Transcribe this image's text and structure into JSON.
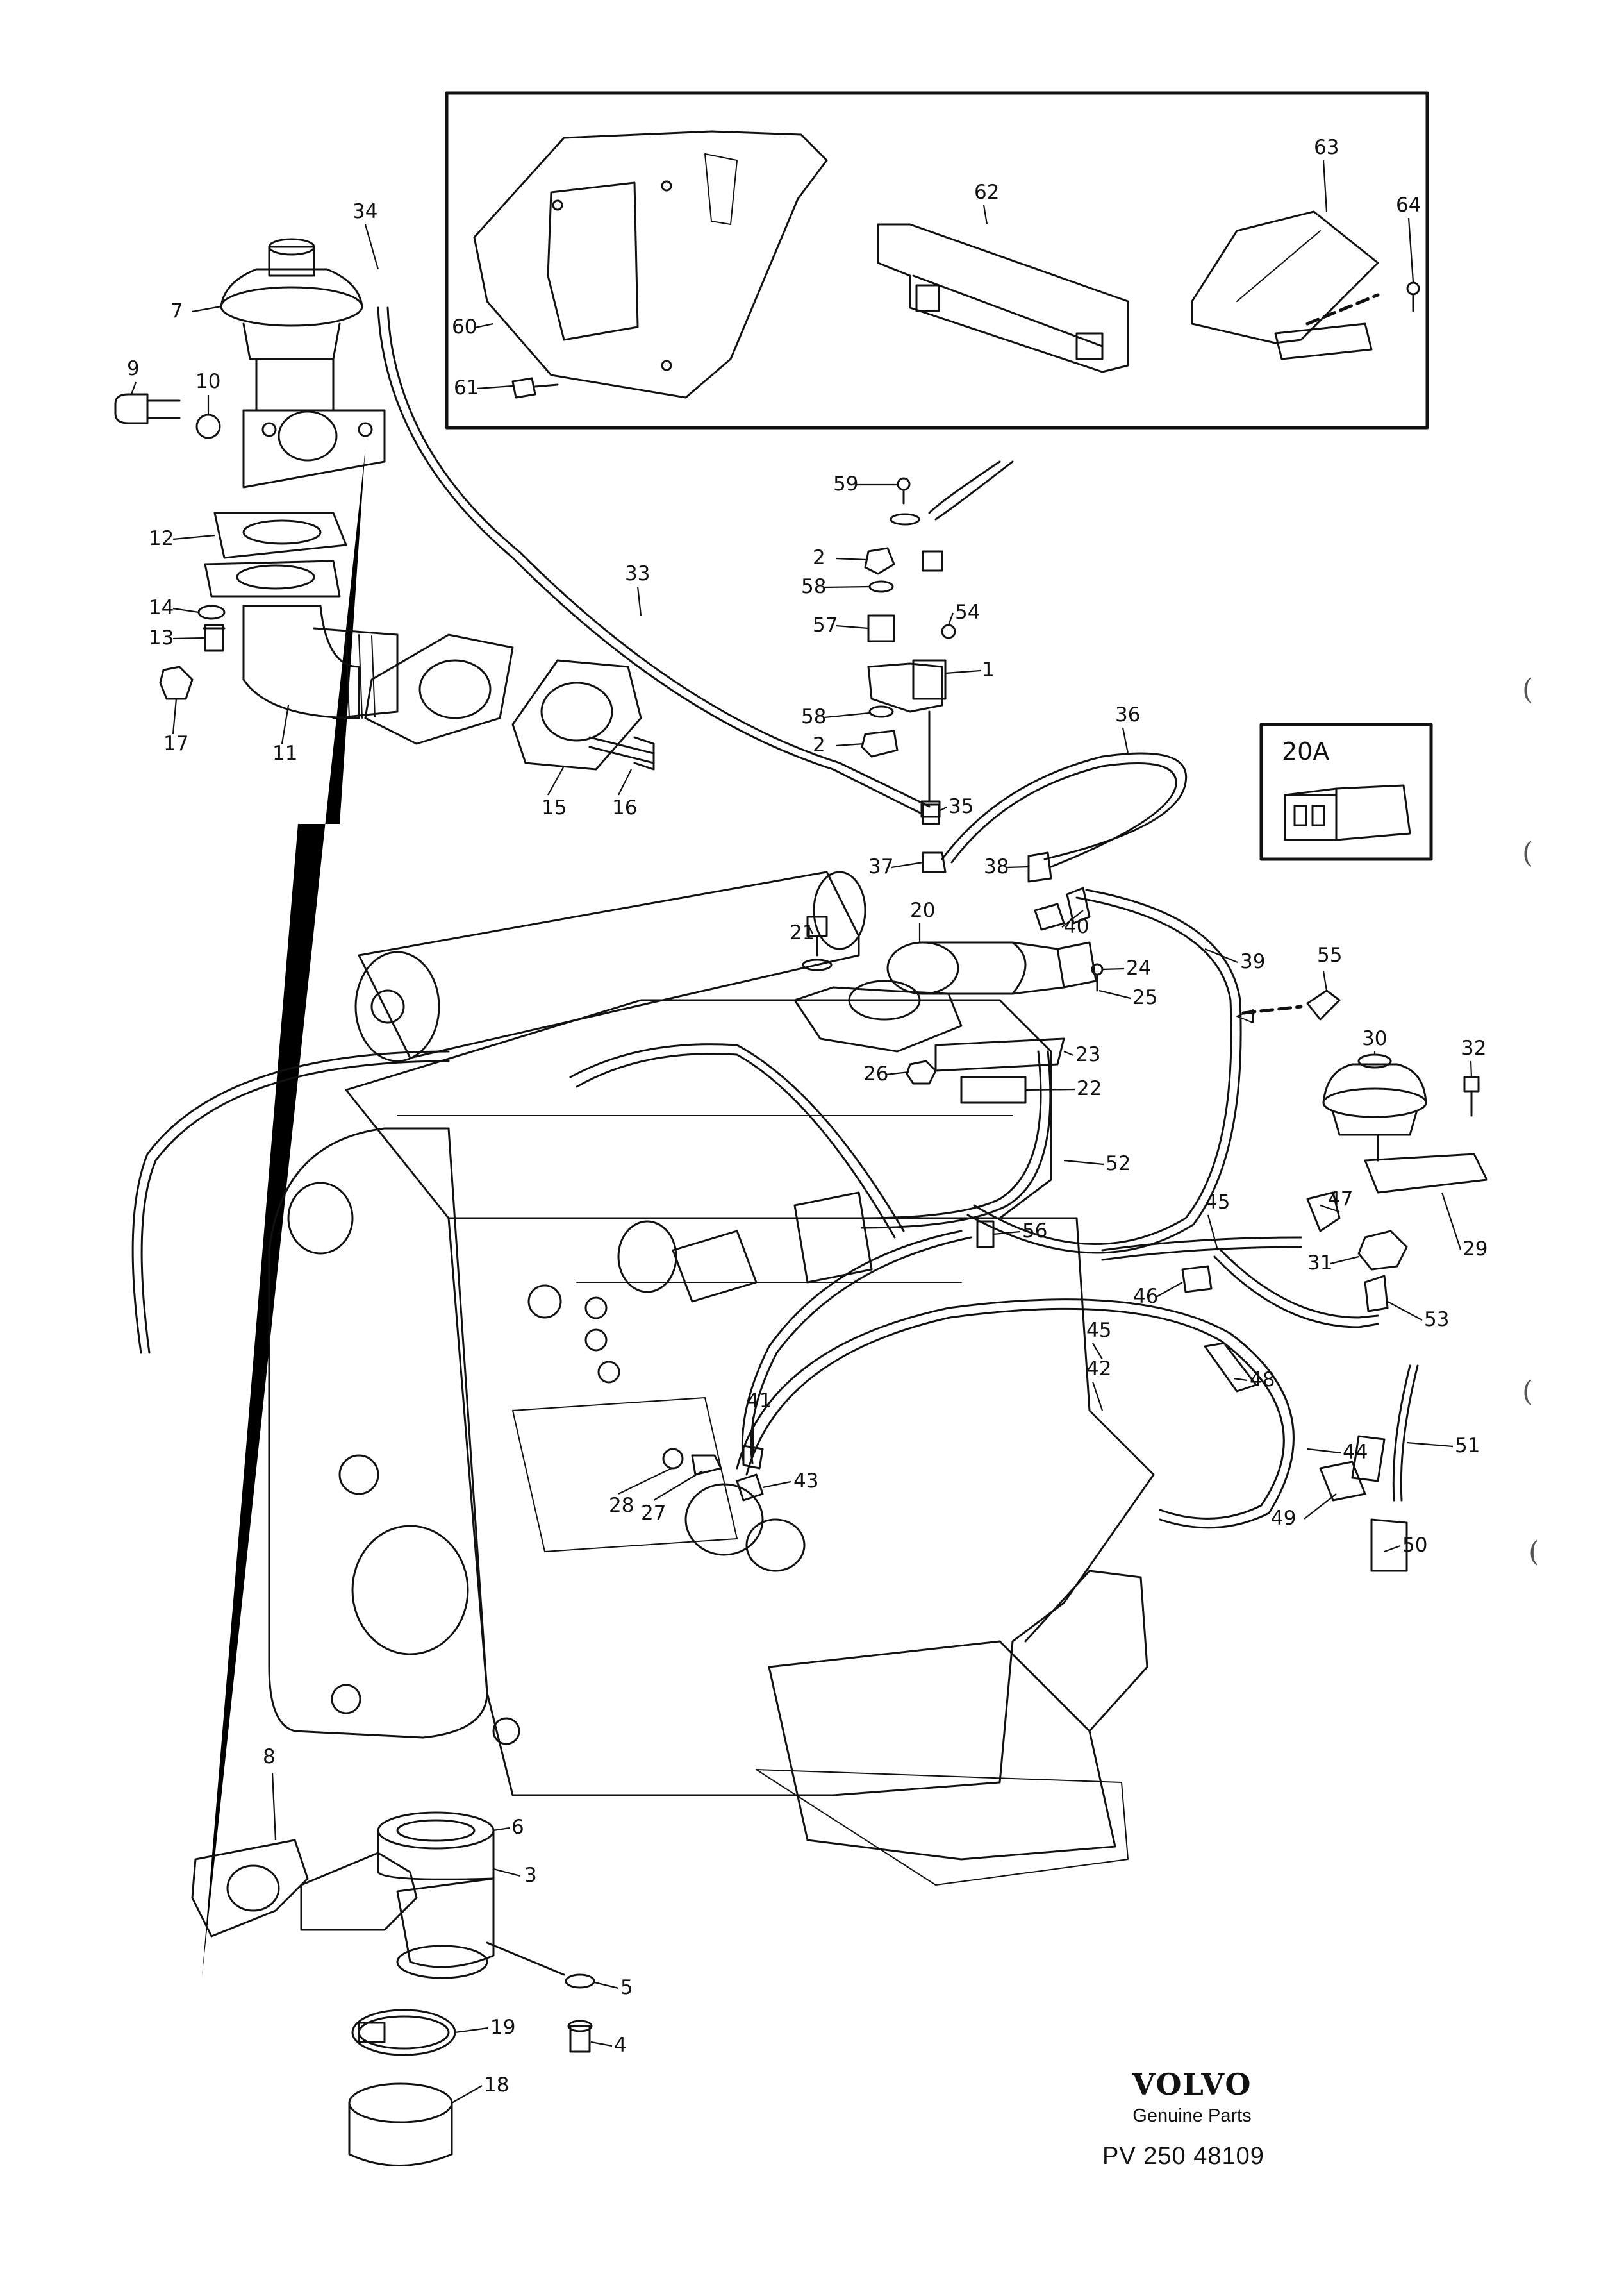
{
  "brand": {
    "logo": "VOLVO",
    "tagline": "Genuine Parts",
    "code": "PV 250 48109"
  },
  "inset_detail": {
    "label": "20A"
  },
  "margin_marks": [
    "(",
    "(",
    "(",
    "("
  ],
  "callouts": [
    "1",
    "2",
    "2",
    "3",
    "4",
    "5",
    "6",
    "7",
    "8",
    "9",
    "10",
    "11",
    "12",
    "13",
    "14",
    "15",
    "16",
    "17",
    "18",
    "19",
    "20",
    "21",
    "22",
    "23",
    "24",
    "25",
    "26",
    "27",
    "28",
    "29",
    "30",
    "31",
    "32",
    "33",
    "34",
    "35",
    "36",
    "37",
    "38",
    "39",
    "40",
    "41",
    "42",
    "43",
    "44",
    "45",
    "45",
    "46",
    "47",
    "48",
    "49",
    "50",
    "51",
    "52",
    "53",
    "54",
    "55",
    "56",
    "57",
    "58",
    "58",
    "59",
    "60",
    "61",
    "62",
    "63",
    "64"
  ]
}
